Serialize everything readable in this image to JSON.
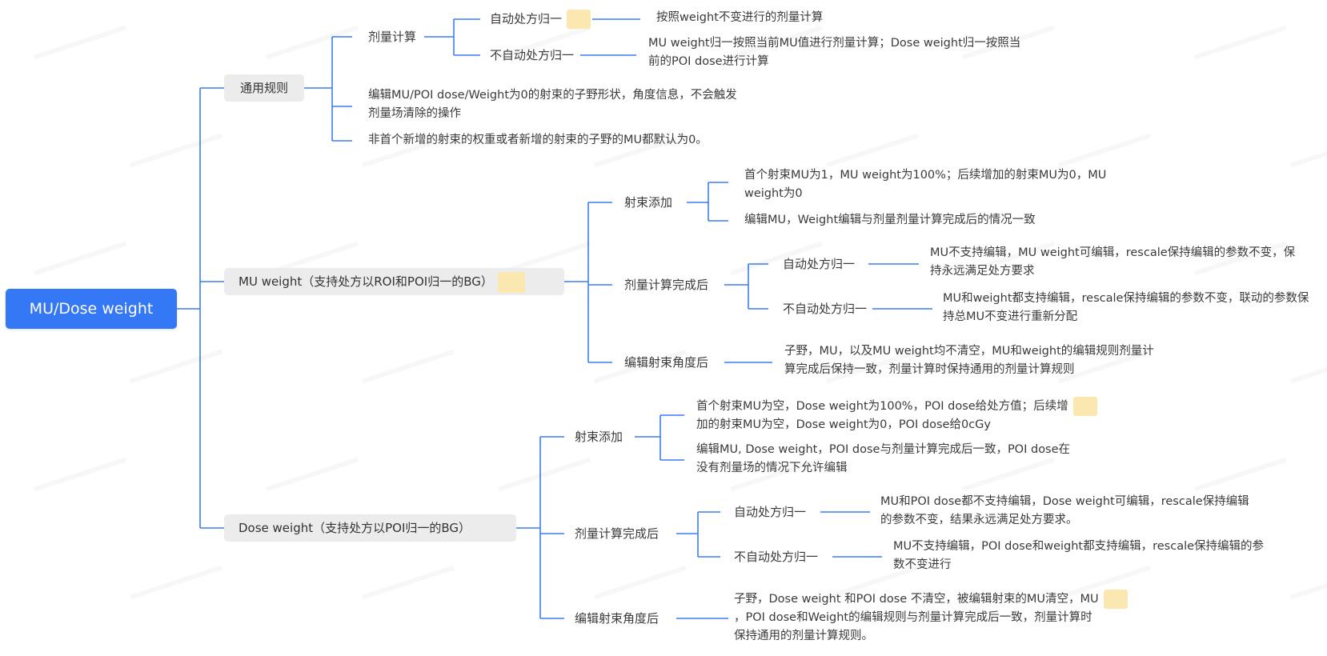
{
  "root": "MU/Dose weight",
  "general": {
    "label": "通用规则",
    "dose_calc": "剂量计算",
    "auto_norm": "自动处方归一",
    "auto_norm_desc": "按照weight不变进行的剂量计算",
    "non_auto_norm": "不自动处方归一",
    "non_auto_norm_desc": [
      "MU weight归一按照当前MU值进行剂量计算；Dose weight归一按照当",
      "前的POI dose进行计算"
    ],
    "edit_zero_rule": [
      "编辑MU/POI dose/Weight为0的射束的子野形状，角度信息，不会触发",
      "剂量场清除的操作"
    ],
    "new_beam_rule": "非首个新增的射束的权重或者新增的射束的子野的MU都默认为0。"
  },
  "mu_weight": {
    "label": "MU weight（支持处方以ROI和POI归一的BG）",
    "add_beam": "射束添加",
    "add_beam_rule1": [
      "首个射束MU为1，MU weight为100%；后续增加的射束MU为0，MU",
      "weight为0"
    ],
    "add_beam_rule2": "编辑MU，Weight编辑与剂量剂量计算完成后的情况一致",
    "after_calc": "剂量计算完成后",
    "auto_norm": "自动处方归一",
    "auto_norm_desc": [
      "MU不支持编辑，MU weight可编辑，rescale保持编辑的参数不变，保",
      "持永远满足处方要求"
    ],
    "non_auto_norm": "不自动处方归一",
    "non_auto_norm_desc": [
      "MU和weight都支持编辑，rescale保持编辑的参数不变，联动的参数保",
      "持总MU不变进行重新分配"
    ],
    "edit_angle": "编辑射束角度后",
    "edit_angle_desc": [
      "子野，MU，以及MU weight均不清空，MU和weight的编辑规则剂量计",
      "算完成后保持一致，剂量计算时保持通用的剂量计算规则"
    ]
  },
  "dose_weight": {
    "label": "Dose weight（支持处方以POI归一的BG）",
    "add_beam": "射束添加",
    "add_beam_rule1": [
      "首个射束MU为空，Dose weight为100%，POI dose给处方值；后续增",
      "加的射束MU为空，Dose weight为0，POI dose给0cGy"
    ],
    "add_beam_rule2": [
      "编辑MU, Dose weight，POI dose与剂量计算完成后一致，POI dose在",
      "没有剂量场的情况下允许编辑"
    ],
    "after_calc": "剂量计算完成后",
    "auto_norm": "自动处方归一",
    "auto_norm_desc": [
      "MU和POI dose都不支持编辑，Dose weight可编辑，rescale保持编辑",
      "的参数不变，结果永远满足处方要求。"
    ],
    "non_auto_norm": "不自动处方归一",
    "non_auto_norm_desc": [
      "MU不支持编辑，POI dose和weight都支持编辑，rescale保持编辑的参",
      "数不变进行"
    ],
    "edit_angle": "编辑射束角度后",
    "edit_angle_desc": [
      "子野，Dose weight 和POI dose 不清空，被编辑射束的MU清空，MU",
      "，POI dose和Weight的编辑规则与剂量计算完成后一致，剂量计算时",
      "保持通用的剂量计算规则。"
    ]
  },
  "colors": {
    "root": "#3478f6",
    "line": "#3b7cf5",
    "pill": "#ececec",
    "highlight": "#fbe8b0"
  }
}
